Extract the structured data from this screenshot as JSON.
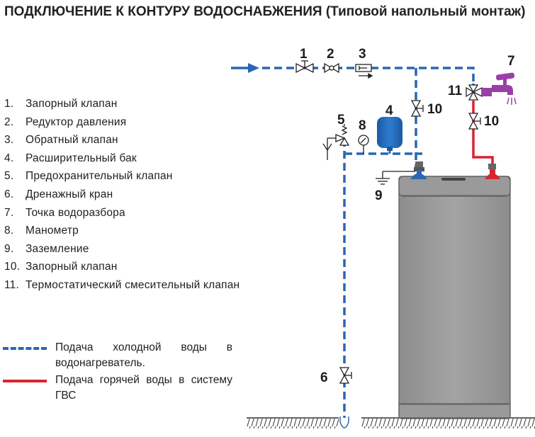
{
  "title": "ПОДКЛЮЧЕНИЕ К КОНТУРУ ВОДОСНАБЖЕНИЯ (Типовой напольный монтаж)",
  "legend": [
    {
      "num": "1.",
      "text": "Запорный клапан"
    },
    {
      "num": "2.",
      "text": "Редуктор давления"
    },
    {
      "num": "3.",
      "text": "Обратный клапан"
    },
    {
      "num": "4.",
      "text": "Расширительный бак"
    },
    {
      "num": "5.",
      "text": "Предохранительный клапан"
    },
    {
      "num": "6.",
      "text": "Дренажный кран"
    },
    {
      "num": "7.",
      "text": "Точка водоразбора"
    },
    {
      "num": "8.",
      "text": "Манометр"
    },
    {
      "num": "9.",
      "text": "Заземление"
    },
    {
      "num": "10.",
      "text": "Запорный клапан"
    },
    {
      "num": "11.",
      "text": "Термостатический смесительный клапан"
    }
  ],
  "line_key": {
    "cold": "Подача холодной воды в водонагреватель.",
    "hot": "Подача горячей воды в систему ГВС"
  },
  "labels": {
    "n1": "1",
    "n2": "2",
    "n3": "3",
    "n4": "4",
    "n5": "5",
    "n6": "6",
    "n7": "7",
    "n8": "8",
    "n9": "9",
    "n10a": "10",
    "n10b": "10",
    "n11": "11"
  },
  "colors": {
    "cold": "#2a66b3",
    "hot": "#d9232f",
    "tank": "#9b9b9b",
    "expansion_tank": "#1f66b8",
    "tap": "#9b3fa8"
  }
}
